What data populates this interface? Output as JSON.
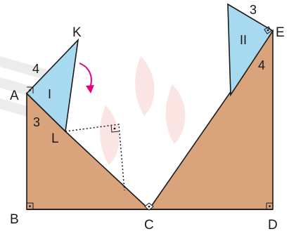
{
  "colors": {
    "shape_fill": "#d9a37c",
    "triangle_fill": "#a7d9f0",
    "stroke": "#1a1a1a",
    "arrow": "#e6007e",
    "watermark_gray": "#e9e9e9",
    "watermark_red": "#fbe3e0"
  },
  "points": {
    "A": "A",
    "B": "B",
    "C": "C",
    "D": "D",
    "E": "E",
    "K": "K",
    "L": "L"
  },
  "lengths": {
    "AK": "4",
    "AL": "3",
    "top_right": "3",
    "right_side": "4"
  },
  "triangles": {
    "first": "I",
    "second": "II"
  },
  "icons": {
    "rotation_arrow": "curved-arrow-icon",
    "right_angle": "right-angle-mark-icon"
  }
}
